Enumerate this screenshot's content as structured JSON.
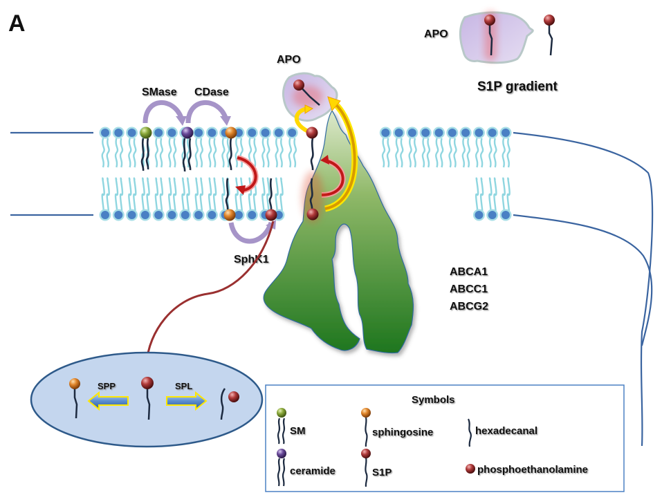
{
  "panel_label": "A",
  "colors": {
    "membrane_head": "#4a80c4",
    "membrane_head_ring": "#a6dde6",
    "membrane_tail": "#8fd6e0",
    "sm": "#8aa83a",
    "ceramide": "#6a4a9a",
    "sphingosine": "#e0852a",
    "s1p": "#b03a3a",
    "transporter_top": "#c9ddb0",
    "transporter_bottom": "#1f7a1f",
    "apo": "#c8b4e0",
    "enzyme_arrow": "#a694c8",
    "flip_arrow": "#c8102e",
    "export_arrow": "#ffe800",
    "cytosol_ellipse": "#c4d6ee",
    "outline": "#2e5a8a"
  },
  "labels": {
    "smase": "SMase",
    "cdase": "CDase",
    "sphk1": "SphK1",
    "apo_membrane": "APO",
    "apo_gradient": "APO",
    "s1p_gradient": "S1P gradient",
    "transporters": [
      "ABCA1",
      "ABCC1",
      "ABCG2"
    ],
    "spp": "SPP",
    "spl": "SPL"
  },
  "legend": {
    "title": "Symbols",
    "items": [
      {
        "symbol": "SM",
        "label": "SM"
      },
      {
        "symbol": "sphingosine",
        "label": "sphingosine"
      },
      {
        "symbol": "hexadecanal",
        "label": "hexadecanal"
      },
      {
        "symbol": "ceramide",
        "label": "ceramide"
      },
      {
        "symbol": "S1P",
        "label": "S1P"
      },
      {
        "symbol": "phosphoethanolamine",
        "label": "phosphoethanolamine"
      }
    ]
  }
}
